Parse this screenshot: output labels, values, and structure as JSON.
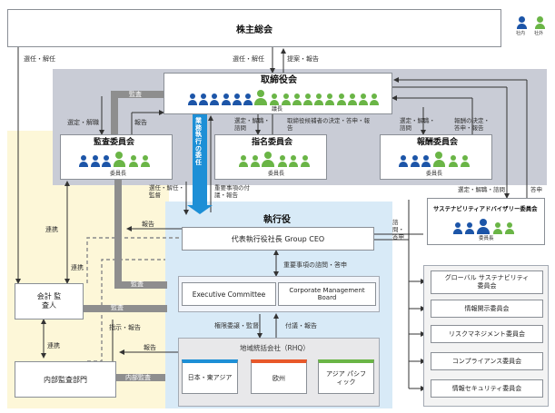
{
  "legend": {
    "inside": "社内",
    "outside": "社外"
  },
  "shareholders": {
    "title": "株主総会"
  },
  "board": {
    "title": "取締役会",
    "chair": "議長"
  },
  "audit_committee": {
    "title": "監査委員会",
    "chair": "委員長"
  },
  "nomination_committee": {
    "title": "指名委員会",
    "chair": "委員長"
  },
  "compensation_committee": {
    "title": "報酬委員会",
    "chair": "委員長"
  },
  "sustainability_advisory": {
    "title": "サステナビリティアドバイザリー委員会",
    "chair": "委員長"
  },
  "executive_officers": {
    "title": "執行役",
    "ceo": "代表執行役社長 Group CEO"
  },
  "executive_committee": "Executive Committee",
  "corporate_management_board": "Corporate Management Board",
  "rhq": {
    "title": "地域統括会社（RHQ）",
    "regions": [
      "日本・東アジア",
      "欧州",
      "アジア パシフィック"
    ]
  },
  "accounting_auditor": "会計 監査人",
  "internal_audit": "内部監査部門",
  "right_committees": [
    "グローバル サステナビリティ委員会",
    "情報開示委員会",
    "リスクマネジメント委員会",
    "コンプライアンス委員会",
    "情報セキュリティ委員会"
  ],
  "labels": {
    "elect_dismiss": "選任・解任",
    "proposal_report": "提案・報告",
    "audit": "監査",
    "report": "報告",
    "exec_delegation": "業務執行の委任",
    "nom_proposal": "選定・解職",
    "nom_consult": "選定・解職・諮問",
    "director_decision": "取締役候補者の決定・答申・報告",
    "comp_decision": "選定・解職・諮問",
    "comp_report": "報酬の決定・答申・報告",
    "elect_dismiss_supervise": "選任・解任・監督",
    "important_report": "重要事項の付議・報告",
    "coordination": "連携",
    "consult_answer": "諮問・答申",
    "sust_elect": "選定・解職・諮問",
    "answer": "答申",
    "important_consult": "重要事項の諮問・答申",
    "delegation_supervision": "権限委譲・監督",
    "refer_report": "付議・報告",
    "instruct_report": "指示・報告",
    "internal_audit_label": "内部監査",
    "report2": "報告"
  }
}
